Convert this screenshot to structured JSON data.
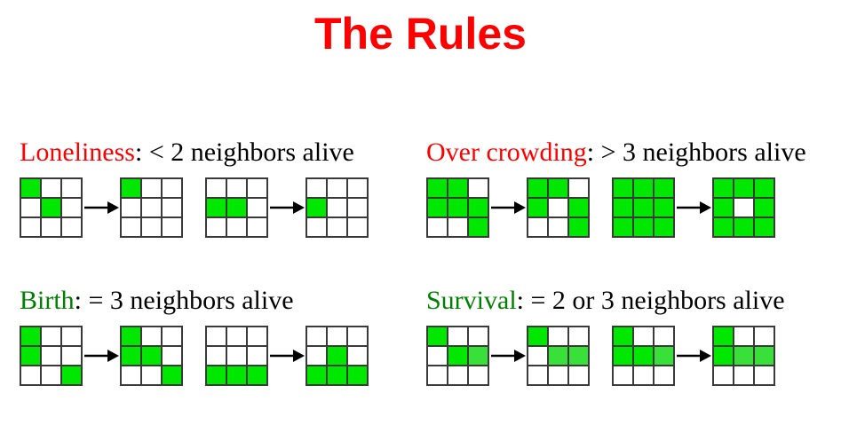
{
  "slide": {
    "title": "The Rules",
    "title_color": "#ff0000",
    "background_color": "#ffffff"
  },
  "colors": {
    "alive": "#00e800",
    "alive_light": "#3ae03a",
    "dead": "#ffffff",
    "grid_line": "#3a3a3a",
    "keyword_red": "#ff0000",
    "keyword_green": "#008000",
    "text": "#000000"
  },
  "legend": {
    "arrow_icon": "right-arrow-icon",
    "cell_alive": "green",
    "cell_dead": "white"
  },
  "rules": [
    {
      "id": "loneliness",
      "keyword": "Loneliness",
      "keyword_color": "#ff0000",
      "condition": ": < 2  neighbors alive",
      "examples": [
        {
          "before": [
            [
              "g",
              "",
              ""
            ],
            [
              "",
              "g",
              ""
            ],
            [
              "",
              "",
              ""
            ]
          ],
          "after": [
            [
              "g",
              "",
              ""
            ],
            [
              "",
              "",
              ""
            ],
            [
              "",
              "",
              ""
            ]
          ]
        },
        {
          "before": [
            [
              "",
              "",
              ""
            ],
            [
              "g",
              "g",
              ""
            ],
            [
              "",
              "",
              ""
            ]
          ],
          "after": [
            [
              "",
              "",
              ""
            ],
            [
              "g",
              "",
              ""
            ],
            [
              "",
              "",
              ""
            ]
          ]
        }
      ]
    },
    {
      "id": "overcrowding",
      "keyword": "Over crowding",
      "keyword_color": "#ff0000",
      "condition": ": > 3 neighbors alive",
      "examples": [
        {
          "before": [
            [
              "g",
              "g",
              ""
            ],
            [
              "g",
              "g",
              "g"
            ],
            [
              "",
              "",
              "g"
            ]
          ],
          "after": [
            [
              "g",
              "g",
              ""
            ],
            [
              "g",
              "",
              "g"
            ],
            [
              "",
              "",
              "g"
            ]
          ]
        },
        {
          "before": [
            [
              "g",
              "g",
              "g"
            ],
            [
              "g",
              "g",
              "g"
            ],
            [
              "g",
              "g",
              "g"
            ]
          ],
          "after": [
            [
              "g",
              "g",
              "g"
            ],
            [
              "g",
              "",
              "g"
            ],
            [
              "g",
              "g",
              "g"
            ]
          ]
        }
      ]
    },
    {
      "id": "birth",
      "keyword": "Birth",
      "keyword_color": "#008000",
      "condition": ": = 3 neighbors alive",
      "examples": [
        {
          "before": [
            [
              "g",
              "",
              ""
            ],
            [
              "g",
              "",
              ""
            ],
            [
              "",
              "",
              "g"
            ]
          ],
          "after": [
            [
              "g",
              "",
              ""
            ],
            [
              "g",
              "g",
              ""
            ],
            [
              "",
              "",
              "g"
            ]
          ]
        },
        {
          "before": [
            [
              "",
              "",
              ""
            ],
            [
              "",
              "",
              ""
            ],
            [
              "g",
              "g",
              "g"
            ]
          ],
          "after": [
            [
              "",
              "",
              ""
            ],
            [
              "",
              "g",
              ""
            ],
            [
              "g",
              "g",
              "g"
            ]
          ]
        }
      ]
    },
    {
      "id": "survival",
      "keyword": "Survival",
      "keyword_color": "#008000",
      "condition": ": = 2 or 3 neighbors alive",
      "examples": [
        {
          "before": [
            [
              "g",
              "",
              ""
            ],
            [
              "",
              "g",
              "g2"
            ],
            [
              "",
              "",
              ""
            ]
          ],
          "after": [
            [
              "g",
              "",
              ""
            ],
            [
              "",
              "g2",
              "g2"
            ],
            [
              "",
              "",
              ""
            ]
          ]
        },
        {
          "before": [
            [
              "g",
              "",
              ""
            ],
            [
              "g",
              "g",
              "g2"
            ],
            [
              "",
              "",
              ""
            ]
          ],
          "after": [
            [
              "g",
              "",
              ""
            ],
            [
              "g",
              "g2",
              "g2"
            ],
            [
              "",
              "",
              ""
            ]
          ]
        }
      ]
    }
  ]
}
